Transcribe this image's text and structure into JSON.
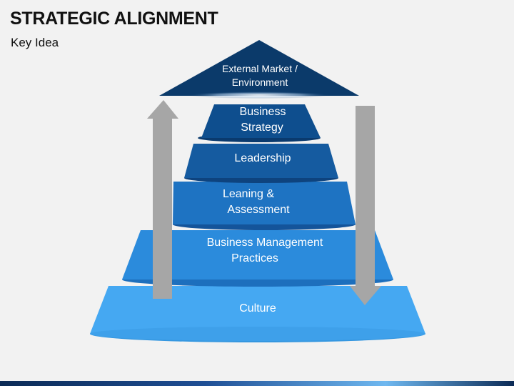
{
  "header": {
    "title": "STRATEGIC ALIGNMENT",
    "subtitle": "Key Idea"
  },
  "diagram": {
    "roof": {
      "line1": "External Market /",
      "line2": "Environment",
      "color": "#0b3a6a"
    },
    "tiers": [
      {
        "line1": "Business",
        "line2": "Strategy",
        "color": "#0e4e8e"
      },
      {
        "line1": "Leadership",
        "line2": "",
        "color": "#155ba0"
      },
      {
        "line1": "Leaning &",
        "line2": "Assessment",
        "color": "#1e73c2"
      },
      {
        "line1": "Business Management",
        "line2": "Practices",
        "color": "#2b8bdc"
      },
      {
        "line1": "Culture",
        "line2": "",
        "color": "#45a8f2"
      }
    ],
    "arrow_color": "#a6a6a6"
  }
}
